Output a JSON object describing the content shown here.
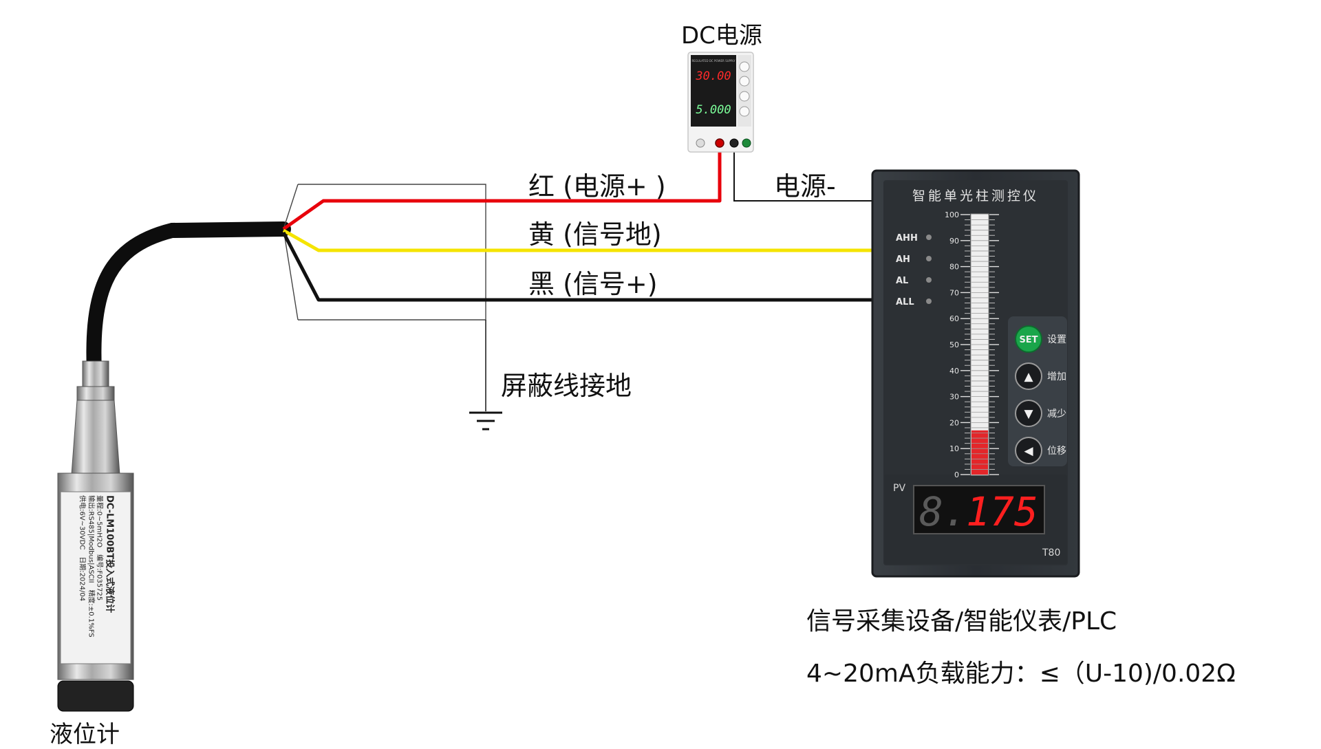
{
  "labels": {
    "dc_power": "DC电源",
    "red_wire": "红 (电源+ )",
    "yellow_wire": "黄 (信号地)",
    "black_wire": "黑 (信号+)",
    "power_minus": "电源-",
    "shield_ground": "屏蔽线接地",
    "transmitter": "液位计",
    "receiver": "信号采集设备/智能仪表/PLC",
    "load_capacity": "4~20mA负载能力：≤（U-10)/0.02Ω"
  },
  "psu": {
    "voltage": "30.00",
    "current": "5.000",
    "header": "REGULATED DC POWER SUPPLY"
  },
  "meter": {
    "title": "智能单光柱测控仪",
    "alarms": [
      "AHH",
      "AH",
      "AL",
      "ALL"
    ],
    "scale": [
      "100",
      "90",
      "80",
      "70",
      "60",
      "50",
      "40",
      "30",
      "20",
      "10",
      "0"
    ],
    "bar_level_percent": 17,
    "pv_label": "PV",
    "pv_value": "8.175",
    "pv_unlit": "8.",
    "pv_lit": "175",
    "model": "T80",
    "buttons": [
      {
        "glyph": "SET",
        "label": "设置"
      },
      {
        "glyph": "▲",
        "label": "增加"
      },
      {
        "glyph": "▼",
        "label": "减少"
      },
      {
        "glyph": "◀",
        "label": "位移"
      }
    ]
  },
  "sensor_label": {
    "model": "DC-LM100BT投入式液位计",
    "range": "量程:0~5mH2O",
    "serial": "编号:F035725",
    "output": "输出:RS485|Modbus|ASCII",
    "accuracy": "精度:±0.1%FS",
    "supply": "供电:6V~30VDC",
    "date": "日期:2024/04"
  },
  "colors": {
    "red_wire": "#e8000b",
    "yellow_wire": "#f5e400",
    "black_wire": "#111111",
    "meter_body": "#2b2f33",
    "led_red": "#ff1f1f"
  }
}
